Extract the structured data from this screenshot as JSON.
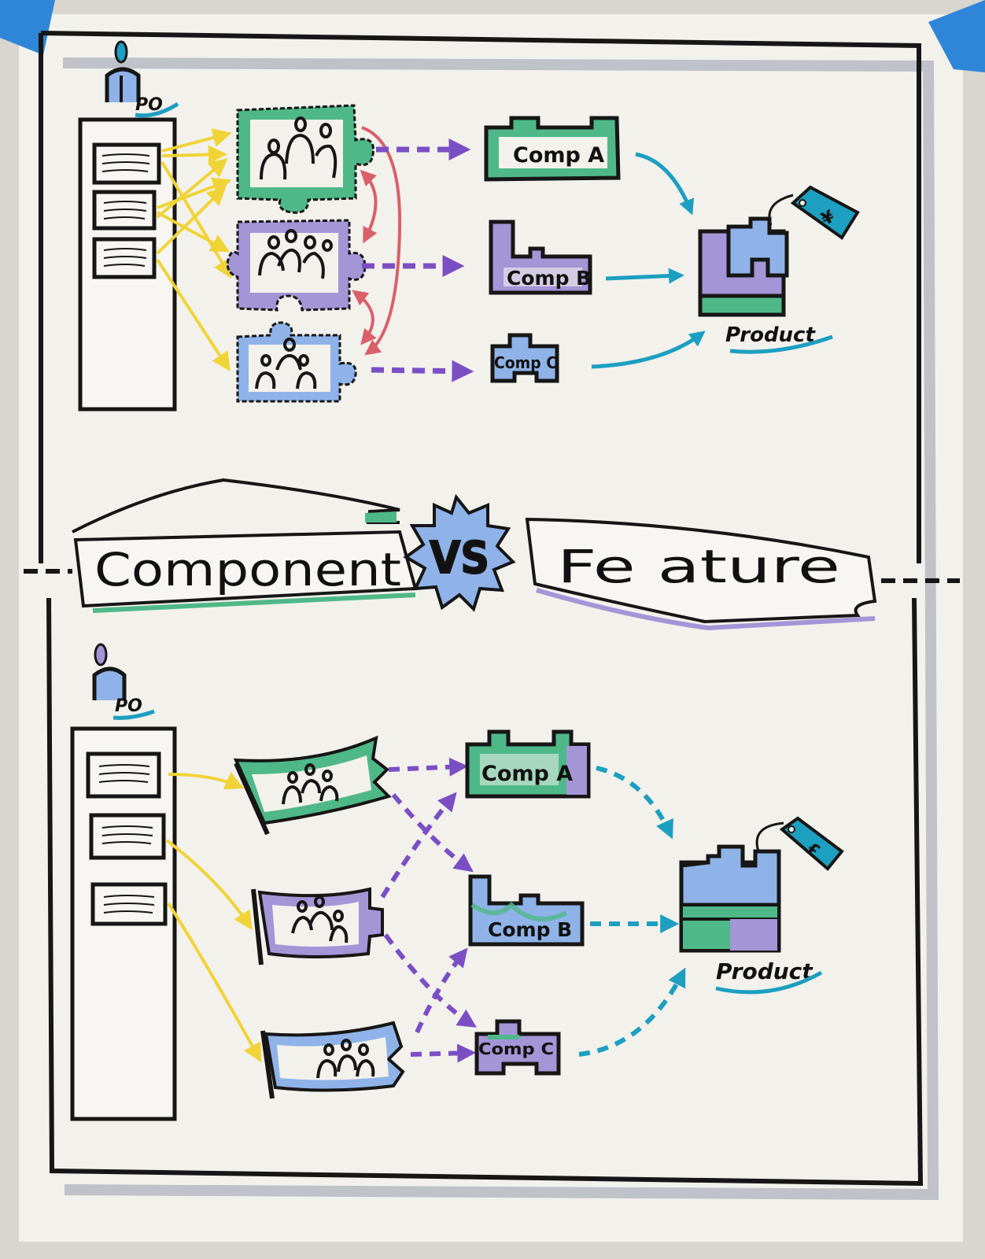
{
  "colors": {
    "paper": "#f3f1ec",
    "wall": "#d9d6cf",
    "tape": "#2f86d8",
    "ink": "#161616",
    "green": "#4fb889",
    "purple": "#a495d6",
    "blue": "#8fb3e8",
    "yellow": "#f0d437",
    "red": "#d9606a",
    "teal": "#1c9fc0",
    "dashPurple": "#7b4fc4"
  },
  "icons": [
    "product-owner-icon",
    "backlog-board-icon",
    "team-puzzle-icon",
    "team-flag-icon",
    "component-block-icon",
    "product-stack-icon",
    "price-tag-icon",
    "vs-burst-icon"
  ],
  "top_section": {
    "po_label": "PO",
    "components": [
      {
        "label": "Comp A"
      },
      {
        "label": "Comp B"
      },
      {
        "label": "Comp C"
      }
    ],
    "product_label": "Product",
    "price_symbol": "¥"
  },
  "divider": {
    "left_title": "Component",
    "vs_label": "VS",
    "right_title": "Fe ature"
  },
  "bottom_section": {
    "po_label": "PO",
    "components": [
      {
        "label": "Comp A"
      },
      {
        "label": "Comp B"
      },
      {
        "label": "Comp C"
      }
    ],
    "product_label": "Product",
    "price_symbol": "£"
  }
}
